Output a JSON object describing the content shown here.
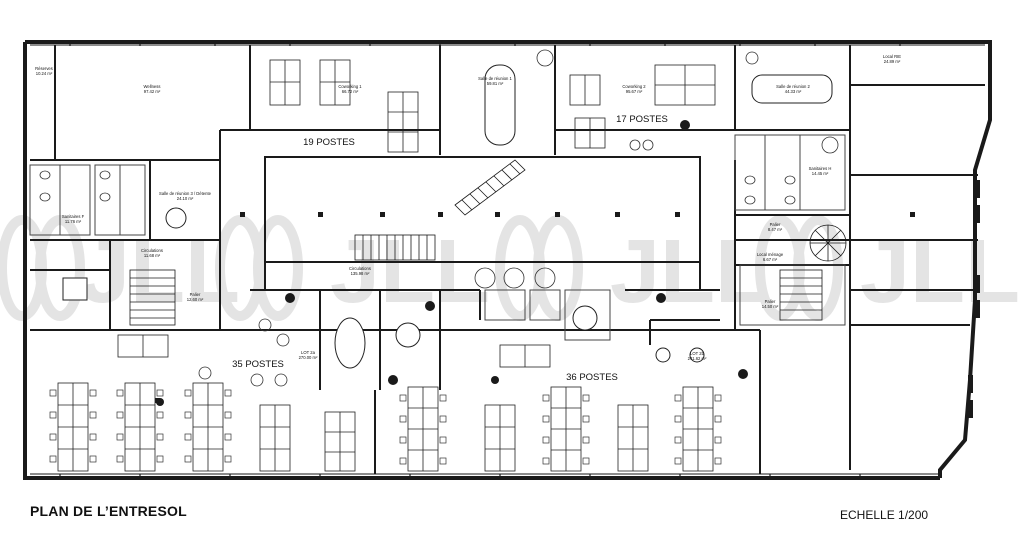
{
  "plan": {
    "title": "PLAN DE L’ENTRESOL",
    "scale": "ECHELLE 1/200",
    "watermark": "JLL",
    "seat_counts": [
      "19 POSTES",
      "17 POSTES",
      "35 POSTES",
      "36 POSTES"
    ],
    "rooms": [
      {
        "name": "Réserves",
        "area": "10.24 m²"
      },
      {
        "name": "Wellness",
        "area": "97.42 m²"
      },
      {
        "name": "Coworking 1",
        "area": "66.72 m²"
      },
      {
        "name": "Salle de réunion 1",
        "area": "59.81 m²"
      },
      {
        "name": "Coworking 2",
        "area": "95.67 m²"
      },
      {
        "name": "Salle de réunion 2",
        "area": "44.33 m²"
      },
      {
        "name": "Local RIE",
        "area": "24.89 m²"
      },
      {
        "name": "Salle de réunion 3 / Détente",
        "area": "24.10 m²"
      },
      {
        "name": "Sanitaires F",
        "area": "11.76 m²"
      },
      {
        "name": "Sanitaires H",
        "area": "14.45 m²"
      },
      {
        "name": "Palier",
        "area": "8.47 m²"
      },
      {
        "name": "Local ménage",
        "area": "6.67 m²"
      },
      {
        "name": "Circulations",
        "area": "11.68 m²"
      },
      {
        "name": "Palier",
        "area": "12.60 m²"
      },
      {
        "name": "Circulations",
        "area": "135.98 m²"
      },
      {
        "name": "LOT 2a",
        "area": "270.00 m²"
      },
      {
        "name": "LOT 2b",
        "area": "241.62 m²"
      },
      {
        "name": "Palier",
        "area": "14.50 m²"
      }
    ],
    "colors": {
      "wall": "#1a1a1a",
      "line": "#333333",
      "watermark": "#e6e6e6",
      "furniture": "#222222"
    }
  }
}
